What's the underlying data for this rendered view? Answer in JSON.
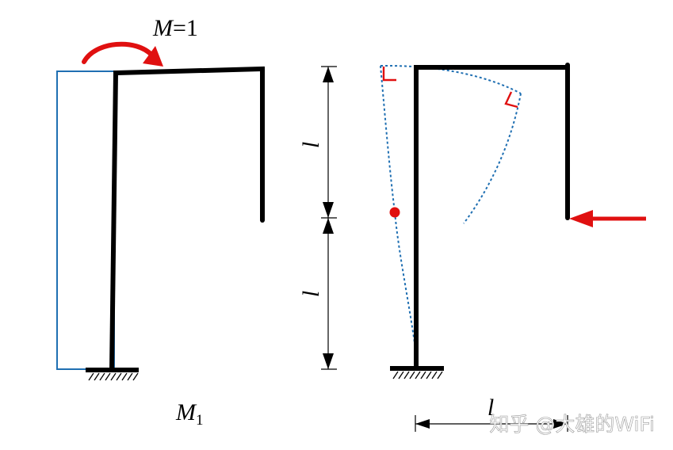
{
  "left_figure": {
    "moment_label": {
      "var": "M",
      "eq": "=1"
    },
    "diagram_label": {
      "var": "M",
      "sub": "1"
    }
  },
  "right_figure": {
    "dim_upper": "l",
    "dim_lower": "l",
    "dim_horizontal": "l"
  },
  "watermark": "知乎 @大雄的WiFi",
  "colors": {
    "frame": "#000000",
    "moment_diagram": "#1f6fb2",
    "load_red": "#e01010",
    "deflection": "#1f6fb2"
  }
}
